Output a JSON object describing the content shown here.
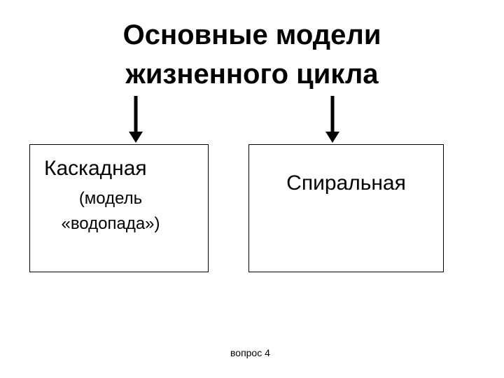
{
  "title": {
    "line1": "Основные модели",
    "line2": "жизненного цикла"
  },
  "boxes": {
    "left": {
      "title": "Каскадная",
      "subtitle_line1": "(модель",
      "subtitle_line2": "«водопада»)"
    },
    "right": {
      "title": "Спиральная"
    }
  },
  "footer": "вопрос 4",
  "colors": {
    "line": "#000000",
    "background": "#ffffff"
  }
}
